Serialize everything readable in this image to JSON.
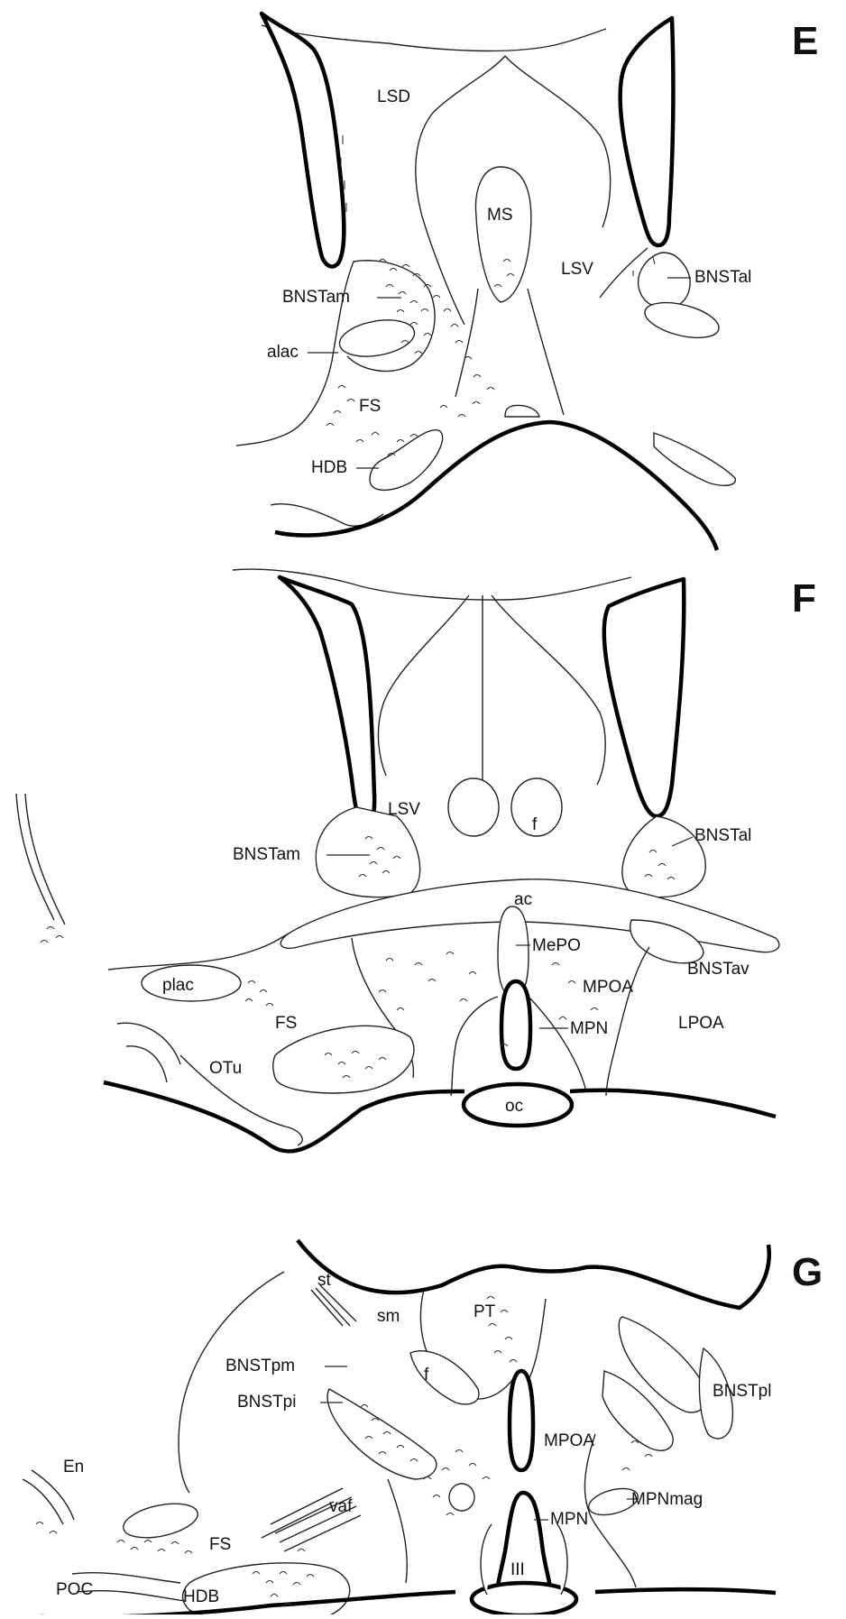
{
  "panels": [
    {
      "letter": "E",
      "labels": {
        "lsd": "LSD",
        "ms": "MS",
        "lsv": "LSV",
        "bnstal": "BNSTal",
        "bnstam": "BNSTam",
        "alac": "alac",
        "fs": "FS",
        "hdb": "HDB"
      }
    },
    {
      "letter": "F",
      "labels": {
        "lsv": "LSV",
        "f": "f",
        "bnstam": "BNSTam",
        "bnstal": "BNSTal",
        "ac": "ac",
        "mepo": "MePO",
        "bnstav": "BNSTav",
        "mpoa": "MPOA",
        "plac": "plac",
        "mpn": "MPN",
        "lpoa": "LPOA",
        "fs": "FS",
        "otu": "OTu",
        "oc": "oc"
      }
    },
    {
      "letter": "G",
      "labels": {
        "st": "st",
        "sm": "sm",
        "pt": "PT",
        "bnstpm": "BNSTpm",
        "f": "f",
        "bnstpi": "BNSTpi",
        "bnstpl": "BNSTpl",
        "mpoa": "MPOA",
        "en": "En",
        "vaf": "vaf",
        "mpnmag": "MPNmag",
        "mpn": "MPN",
        "fs": "FS",
        "poc": "POC",
        "hdb": "HDB",
        "iii": "III"
      }
    }
  ]
}
